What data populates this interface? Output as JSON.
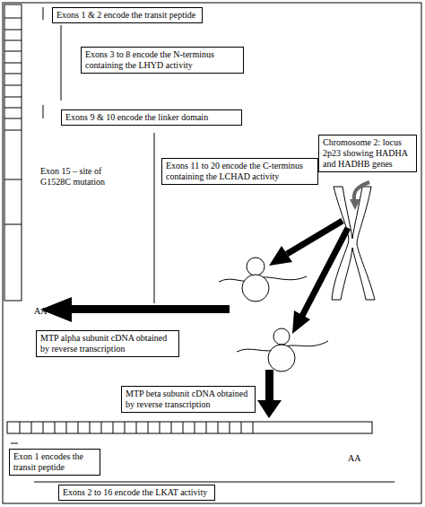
{
  "diagram": {
    "nodes": [
      {
        "text": [
          "Exons 1 & 2 encode the transit peptide"
        ]
      },
      {
        "text": [
          "Exons 3 to 8 encode the N-terminus containing the LHYD activity"
        ]
      },
      {
        "text": [
          "Exons 9 & 10 encode the linker domain"
        ]
      },
      {
        "text": [
          "Chromosome 2: locus 2p23 showing HADHA and HADHB genes"
        ]
      },
      {
        "text": [
          "Exons 11 to 20 encode the C-terminus containing the LCHAD activity"
        ]
      },
      {
        "text": [
          "MTP alpha subunit cDNA obtained by reverse transcription"
        ]
      },
      {
        "text": [
          "MTP beta subunit cDNA obtained by reverse transcription"
        ]
      },
      {
        "text": [
          "Exon 1 encodes the transit peptide"
        ]
      },
      {
        "text": [
          "Exons 2 to 16 encode the LKAT activity"
        ]
      }
    ],
    "labels": [
      "Exon 15 – site of G1528C mutation",
      "AA",
      "AA"
    ]
  }
}
